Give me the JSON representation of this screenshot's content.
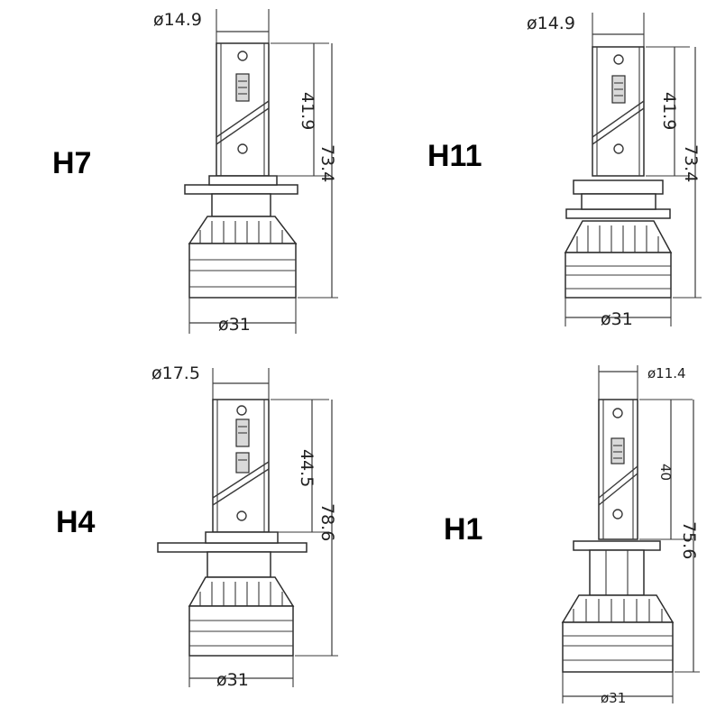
{
  "bulbs": {
    "h7": {
      "model": "H7",
      "top_diameter": "ø14.9",
      "chip_height": "41.9",
      "total_height": "73.4",
      "base_diameter": "ø31"
    },
    "h11": {
      "model": "H11",
      "top_diameter": "ø14.9",
      "chip_height": "41.9",
      "total_height": "73.4",
      "base_diameter": "ø31"
    },
    "h4": {
      "model": "H4",
      "top_diameter": "ø17.5",
      "chip_height": "44.5",
      "total_height": "78.6",
      "base_diameter": "ø31"
    },
    "h1": {
      "model": "H1",
      "top_diameter": "ø11.4",
      "chip_height": "40",
      "total_height": "75.6",
      "base_diameter": "ø31"
    }
  }
}
